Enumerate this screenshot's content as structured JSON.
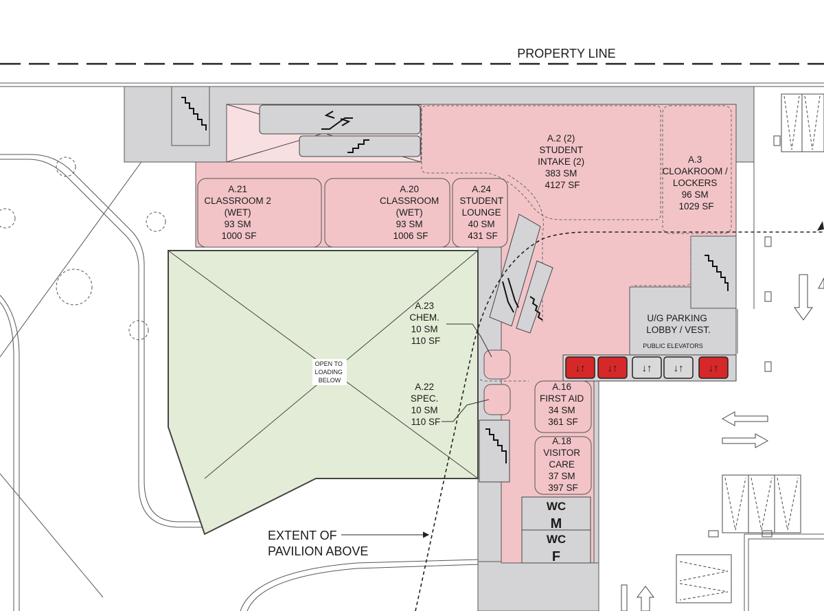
{
  "property_line": {
    "label": "PROPERTY LINE"
  },
  "rooms": {
    "a2": {
      "lines": [
        "A.2 (2)",
        "STUDENT",
        "INTAKE (2)",
        "383 SM",
        "4127 SF"
      ]
    },
    "a3": {
      "lines": [
        "A.3",
        "CLOAKROOM /",
        "LOCKERS",
        "96 SM",
        "1029 SF"
      ]
    },
    "a21": {
      "lines": [
        "A.21",
        "CLASSROOM 2",
        "(WET)",
        "93 SM",
        "1000 SF"
      ]
    },
    "a20": {
      "lines": [
        "A.20",
        "CLASSROOM",
        "(WET)",
        "93 SM",
        "1006 SF"
      ]
    },
    "a24": {
      "lines": [
        "A.24",
        "STUDENT",
        "LOUNGE",
        "40 SM",
        "431 SF"
      ]
    },
    "a23": {
      "lines": [
        "A.23",
        "CHEM.",
        "10 SM",
        "110 SF"
      ]
    },
    "a22": {
      "lines": [
        "A.22",
        "SPEC.",
        "10 SM",
        "110 SF"
      ]
    },
    "a16": {
      "lines": [
        "A.16",
        "FIRST AID",
        "34 SM",
        "361 SF"
      ]
    },
    "a18": {
      "lines": [
        "A.18",
        "VISITOR",
        "CARE",
        "37 SM",
        "397 SF"
      ]
    }
  },
  "lobby": {
    "lines": [
      "U/G PARKING",
      "LOBBY / VEST."
    ],
    "elevators_label": "PUBLIC ELEVATORS"
  },
  "elevators": [
    {
      "symbol": "↓↑",
      "color": "#d62828"
    },
    {
      "symbol": "↓↑",
      "color": "#d62828"
    },
    {
      "symbol": "↓↑",
      "color": "#d9d9d9"
    },
    {
      "symbol": "↓↑",
      "color": "#d9d9d9"
    },
    {
      "symbol": "↓↑",
      "color": "#d62828"
    }
  ],
  "open_to_below": {
    "lines": [
      "OPEN TO",
      "LOADING",
      "BELOW"
    ]
  },
  "washrooms": {
    "m_label": "WC",
    "m_letter": "M",
    "f_label": "WC",
    "f_letter": "F"
  },
  "pavilion": {
    "lines": [
      "EXTENT OF",
      "PAVILION ABOVE"
    ]
  },
  "colors": {
    "room_fill": "#f2c4c8",
    "room_light_fill": "#f8dfe1",
    "open_fill": "#e3ecd6",
    "core_fill": "#d4d4d6",
    "line": "#333333"
  },
  "icons": [
    "escalator-icon",
    "stair-icon",
    "elevator-icon",
    "arrow-icon"
  ]
}
